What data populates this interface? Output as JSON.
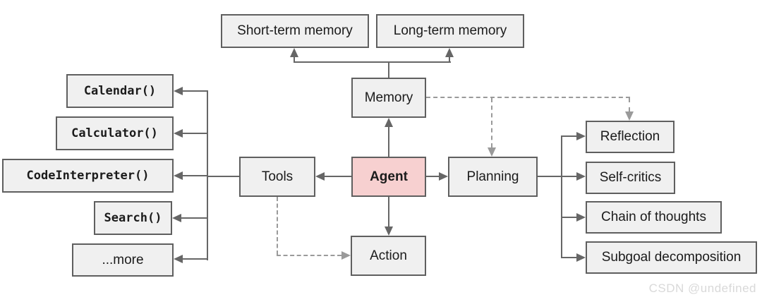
{
  "diagram": {
    "title_hint": "LLM-powered autonomous agent overview",
    "nodes": {
      "short_term_memory": {
        "label": "Short-term memory"
      },
      "long_term_memory": {
        "label": "Long-term memory"
      },
      "memory": {
        "label": "Memory"
      },
      "calendar": {
        "label": "Calendar()"
      },
      "calculator": {
        "label": "Calculator()"
      },
      "code_interpreter": {
        "label": "CodeInterpreter()"
      },
      "search": {
        "label": "Search()"
      },
      "more": {
        "label": "...more"
      },
      "tools": {
        "label": "Tools"
      },
      "agent": {
        "label": "Agent"
      },
      "planning": {
        "label": "Planning"
      },
      "action": {
        "label": "Action"
      },
      "reflection": {
        "label": "Reflection"
      },
      "self_critics": {
        "label": "Self-critics"
      },
      "chain_of_thoughts": {
        "label": "Chain of thoughts"
      },
      "subgoal_decomposition": {
        "label": "Subgoal decomposition"
      }
    },
    "edges": [
      {
        "from": "memory",
        "to": "short_term_memory",
        "style": "solid-arrow"
      },
      {
        "from": "memory",
        "to": "long_term_memory",
        "style": "solid-arrow"
      },
      {
        "from": "agent",
        "to": "memory",
        "style": "solid-arrow"
      },
      {
        "from": "agent",
        "to": "tools",
        "style": "solid-arrow"
      },
      {
        "from": "agent",
        "to": "planning",
        "style": "solid-arrow"
      },
      {
        "from": "agent",
        "to": "action",
        "style": "solid-arrow"
      },
      {
        "from": "tools",
        "to": "calendar",
        "style": "solid-arrow"
      },
      {
        "from": "tools",
        "to": "calculator",
        "style": "solid-arrow"
      },
      {
        "from": "tools",
        "to": "code_interpreter",
        "style": "solid-arrow"
      },
      {
        "from": "tools",
        "to": "search",
        "style": "solid-arrow"
      },
      {
        "from": "tools",
        "to": "more",
        "style": "solid-arrow"
      },
      {
        "from": "planning",
        "to": "reflection",
        "style": "solid-arrow"
      },
      {
        "from": "planning",
        "to": "self_critics",
        "style": "solid-arrow"
      },
      {
        "from": "planning",
        "to": "chain_of_thoughts",
        "style": "solid-arrow"
      },
      {
        "from": "planning",
        "to": "subgoal_decomposition",
        "style": "solid-arrow"
      },
      {
        "from": "memory",
        "to": "planning",
        "style": "dashed-arrow"
      },
      {
        "from": "memory",
        "to": "reflection",
        "style": "dashed-arrow"
      },
      {
        "from": "tools",
        "to": "action",
        "style": "dashed-arrow"
      }
    ]
  },
  "colors": {
    "node_fill": "#f0f0f0",
    "node_border": "#5f5f5f",
    "agent_fill": "#f7d0d0",
    "solid_line": "#666666",
    "dashed_line": "#9a9a9a",
    "watermark": "#d9d9d9"
  },
  "watermark": {
    "text": "CSDN @undefined"
  }
}
